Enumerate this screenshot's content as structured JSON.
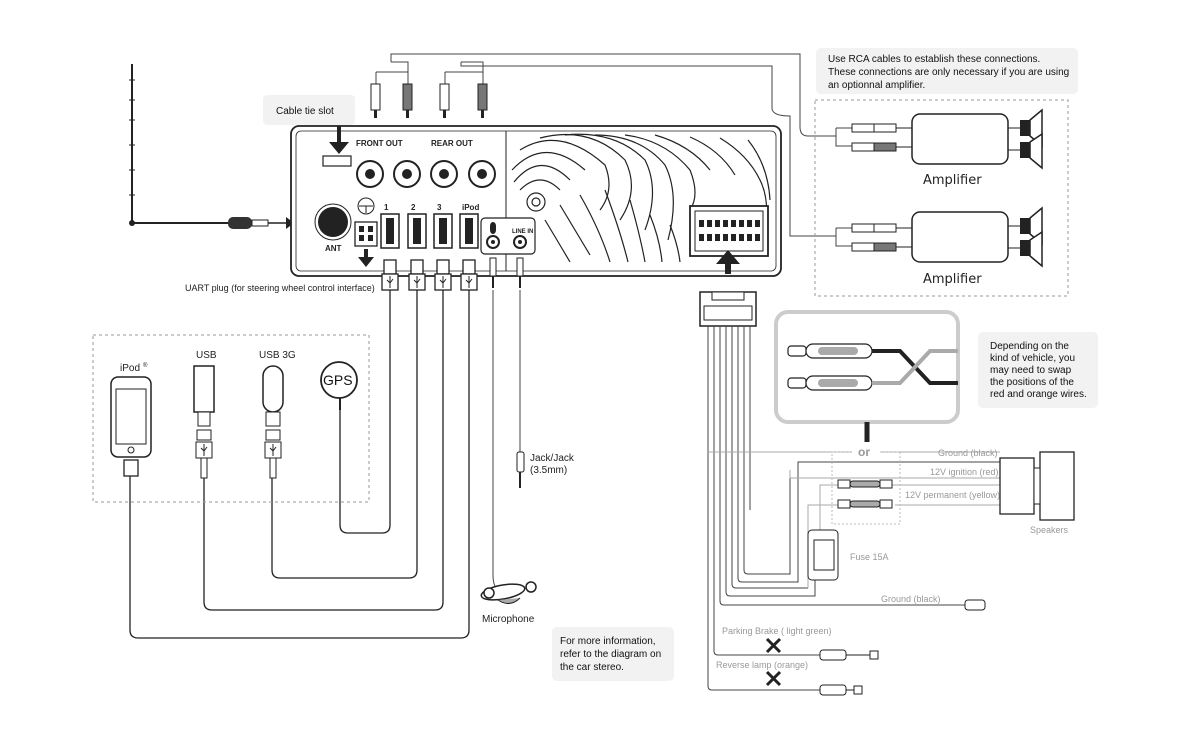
{
  "labels": {
    "cable_tie": "Cable tie slot",
    "front_out": "FRONT OUT",
    "rear_out": "REAR OUT",
    "ant": "ANT",
    "usb1": "1",
    "usb2": "2",
    "usb3": "3",
    "ipod_port": "iPod",
    "line_in": "LINE IN",
    "uart": "UART plug (for steering wheel control interface)",
    "ipod": "iPod",
    "ipod_sup": "®",
    "usb": "USB",
    "usb3g": "USB 3G",
    "gps": "GPS",
    "jack1": "Jack/Jack",
    "jack2": "(3.5mm)",
    "microphone": "Microphone",
    "amplifier": "Amplifier",
    "or": "or",
    "ground_black": "Ground (black)",
    "ignition": "12V ignition (red)",
    "permanent": "12V permanent (yellow)",
    "speakers": "Speakers",
    "fuse": "Fuse 15A",
    "ground_black2": "Ground (black)",
    "parking": "Parking Brake ( light green)",
    "reverse": "Reverse lamp (orange)"
  },
  "notes": {
    "rca": [
      "Use RCA cables to establish these connections.",
      "These connections are only necessary if you are using",
      "an optionnal amplifier."
    ],
    "swap": [
      "Depending on the",
      "kind of vehicle, you",
      "may need to swap",
      "the positions of the",
      "red and orange wires."
    ],
    "info": [
      "For more information,",
      "refer to the diagram on",
      "the car stereo."
    ]
  },
  "colors": {
    "line": "#222222",
    "grey_line": "#aaaaaa",
    "note_bg": "#f2f2f2",
    "plug_red": "#777777"
  }
}
